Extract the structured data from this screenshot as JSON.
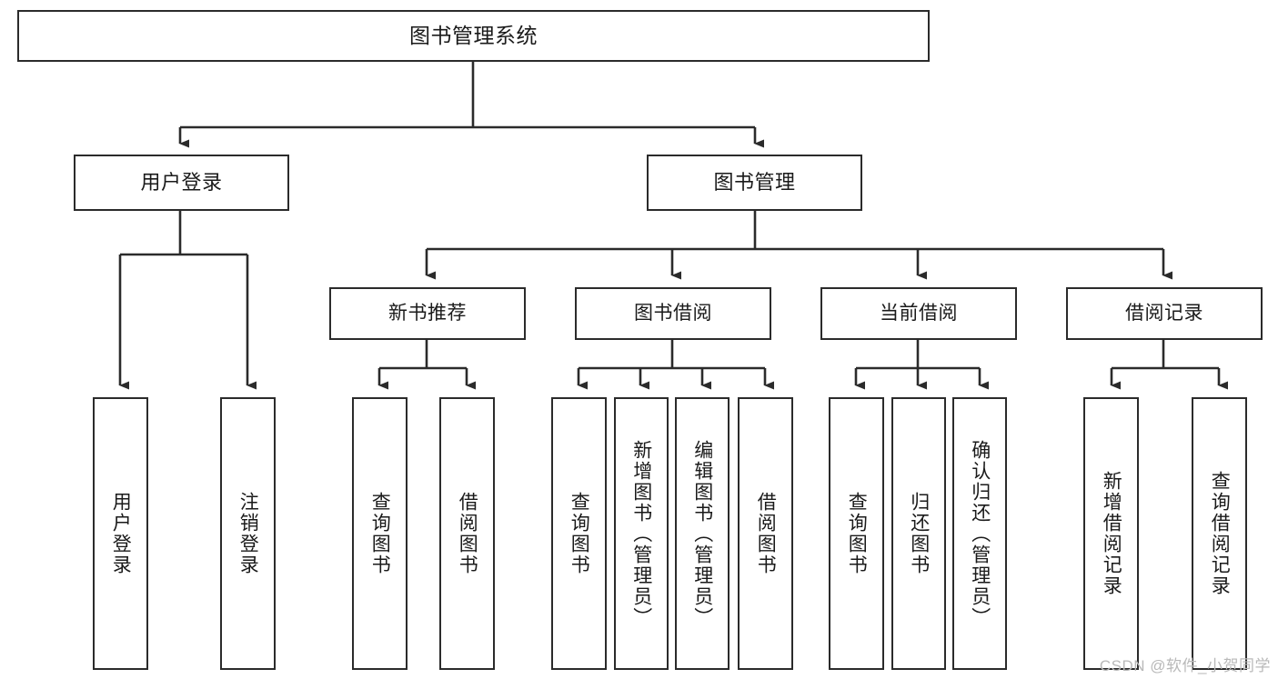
{
  "diagram": {
    "title": "图书管理系统",
    "type": "tree-hierarchy-chart",
    "orientation": "top-down",
    "colors": {
      "stroke": "#2b2b2b",
      "fill": "#ffffff",
      "text": "#1a1a1a",
      "watermark": "#b9b9b9"
    },
    "root": {
      "id": "root",
      "label": "图书管理系统"
    },
    "level2": [
      {
        "id": "user-login",
        "label": "用户登录"
      },
      {
        "id": "book-manage",
        "label": "图书管理"
      }
    ],
    "level3": [
      {
        "id": "new-book-recommend",
        "label": "新书推荐"
      },
      {
        "id": "book-borrow",
        "label": "图书借阅"
      },
      {
        "id": "current-borrow",
        "label": "当前借阅"
      },
      {
        "id": "borrow-record",
        "label": "借阅记录"
      }
    ],
    "leaves": {
      "user_login": [
        {
          "id": "leaf-user-login",
          "label": "用户登录"
        },
        {
          "id": "leaf-logout-login",
          "label": "注销登录"
        }
      ],
      "new_book_recommend": [
        {
          "id": "leaf-query-book-1",
          "label": "查询图书"
        },
        {
          "id": "leaf-borrow-book-1",
          "label": "借阅图书"
        }
      ],
      "book_borrow": [
        {
          "id": "leaf-query-book-2",
          "label": "查询图书"
        },
        {
          "id": "leaf-add-book",
          "label": "新增图书（管理员）"
        },
        {
          "id": "leaf-edit-book",
          "label": "编辑图书（管理员）"
        },
        {
          "id": "leaf-borrow-book-2",
          "label": "借阅图书"
        }
      ],
      "current_borrow": [
        {
          "id": "leaf-query-book-3",
          "label": "查询图书"
        },
        {
          "id": "leaf-return-book",
          "label": "归还图书"
        },
        {
          "id": "leaf-confirm-return",
          "label": "确认归还（管理员）"
        }
      ],
      "borrow_record": [
        {
          "id": "leaf-add-record",
          "label": "新增借阅记录"
        },
        {
          "id": "leaf-query-record",
          "label": "查询借阅记录"
        }
      ]
    }
  },
  "watermark": {
    "text": "CSDN @软件_小贺同学"
  }
}
